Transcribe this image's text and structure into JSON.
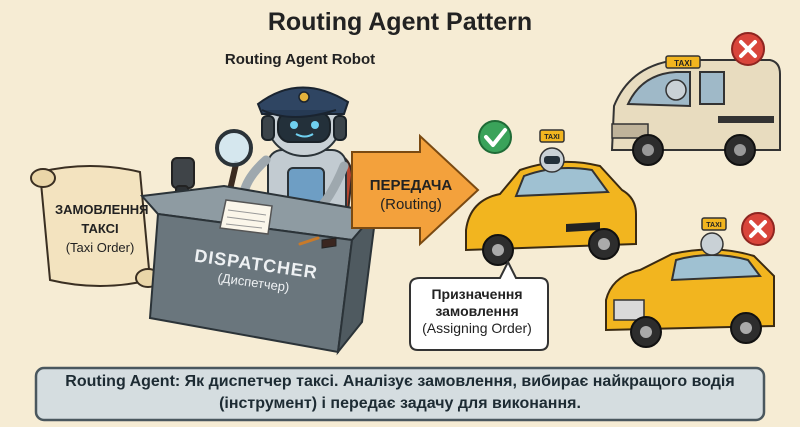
{
  "title": "Routing Agent Pattern",
  "robot_label": "Routing Agent Robot",
  "taxi_order": {
    "line1": "ЗАМОВЛЕННЯ",
    "line2": "ТАКСІ",
    "en": "(Taxi Order)"
  },
  "routing": {
    "label": "ПЕРЕДАЧА",
    "en": "(Routing)"
  },
  "dispatcher": {
    "label": "DISPATCHER",
    "sub": "(Диспетчер)"
  },
  "assigning": {
    "line1": "Призначення",
    "line2": "замовлення",
    "en": "(Assigning Order)"
  },
  "taxi_sign": "TAXI",
  "caption": "Routing Agent: Як диспетчер таксі. Аналізує замовлення, вибирає найкращого водія (інструмент) і передає задачу для виконання.",
  "icons": {
    "check": "check-icon",
    "reject": "x-icon",
    "magnifier": "magnifying-glass-icon"
  },
  "colors": {
    "background": "#f6ecd4",
    "taxi_yellow": "#f2b51f",
    "arrow_orange": "#f3a13c",
    "check_green": "#3aa35a",
    "reject_red": "#d9453b",
    "caption_bg": "#d5dde0"
  }
}
